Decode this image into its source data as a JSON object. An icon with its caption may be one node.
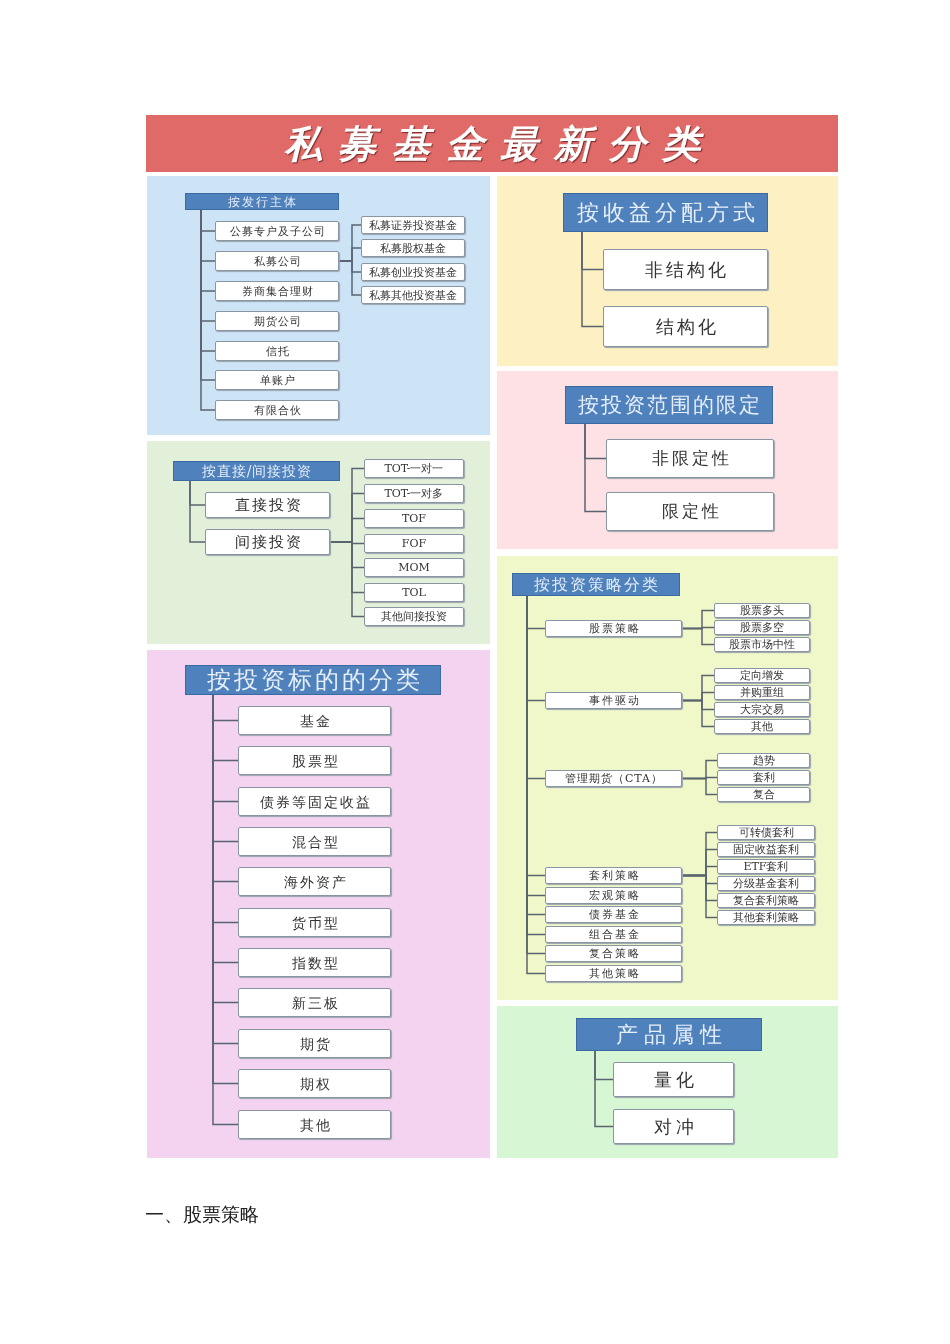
{
  "diagram": {
    "title": "私募基金最新分类",
    "nodes": [
      {
        "text": [
          "按发行主体"
        ]
      },
      {
        "text": [
          "公募专户及子公司"
        ]
      },
      {
        "text": [
          "私募公司"
        ]
      },
      {
        "text": [
          "私募证券投资基金"
        ]
      },
      {
        "text": [
          "私募股权基金"
        ]
      },
      {
        "text": [
          "私募创业投资基金"
        ]
      },
      {
        "text": [
          "私募其他投资基金"
        ]
      },
      {
        "text": [
          "券商集合理财"
        ]
      },
      {
        "text": [
          "期货公司"
        ]
      },
      {
        "text": [
          "信托"
        ]
      },
      {
        "text": [
          "单账户"
        ]
      },
      {
        "text": [
          "有限合伙"
        ]
      },
      {
        "text": [
          "按直接/间接投资"
        ]
      },
      {
        "text": [
          "直接投资"
        ]
      },
      {
        "text": [
          "间接投资"
        ]
      },
      {
        "text": [
          "TOT-一对一"
        ]
      },
      {
        "text": [
          "TOT-一对多"
        ]
      },
      {
        "text": [
          "TOF"
        ]
      },
      {
        "text": [
          "FOF"
        ]
      },
      {
        "text": [
          "MOM"
        ]
      },
      {
        "text": [
          "TOL"
        ]
      },
      {
        "text": [
          "其他间接投资"
        ]
      },
      {
        "text": [
          "按投资标的的分类"
        ]
      },
      {
        "text": [
          "基金"
        ]
      },
      {
        "text": [
          "股票型"
        ]
      },
      {
        "text": [
          "债券等固定收益"
        ]
      },
      {
        "text": [
          "混合型"
        ]
      },
      {
        "text": [
          "海外资产"
        ]
      },
      {
        "text": [
          "货币型"
        ]
      },
      {
        "text": [
          "指数型"
        ]
      },
      {
        "text": [
          "新三板"
        ]
      },
      {
        "text": [
          "期货"
        ]
      },
      {
        "text": [
          "期权"
        ]
      },
      {
        "text": [
          "其他"
        ]
      },
      {
        "text": [
          "按收益分配方式"
        ]
      },
      {
        "text": [
          "非结构化"
        ]
      },
      {
        "text": [
          "结构化"
        ]
      },
      {
        "text": [
          "按投资范围的限定"
        ]
      },
      {
        "text": [
          "非限定性"
        ]
      },
      {
        "text": [
          "限定性"
        ]
      },
      {
        "text": [
          "按投资策略分类"
        ]
      },
      {
        "text": [
          "股票策略"
        ]
      },
      {
        "text": [
          "股票多头"
        ]
      },
      {
        "text": [
          "股票多空"
        ]
      },
      {
        "text": [
          "股票市场中性"
        ]
      },
      {
        "text": [
          "事件驱动"
        ]
      },
      {
        "text": [
          "定向增发"
        ]
      },
      {
        "text": [
          "并购重组"
        ]
      },
      {
        "text": [
          "大宗交易"
        ]
      },
      {
        "text": [
          "其他"
        ]
      },
      {
        "text": [
          "管理期货（CTA）"
        ]
      },
      {
        "text": [
          "趋势"
        ]
      },
      {
        "text": [
          "套利"
        ]
      },
      {
        "text": [
          "复合"
        ]
      },
      {
        "text": [
          "套利策略"
        ]
      },
      {
        "text": [
          "可转债套利"
        ]
      },
      {
        "text": [
          "固定收益套利"
        ]
      },
      {
        "text": [
          "ETF套利"
        ]
      },
      {
        "text": [
          "分级基金套利"
        ]
      },
      {
        "text": [
          "复合套利策略"
        ]
      },
      {
        "text": [
          "其他套利策略"
        ]
      },
      {
        "text": [
          "宏观策略"
        ]
      },
      {
        "text": [
          "债券基金"
        ]
      },
      {
        "text": [
          "组合基金"
        ]
      },
      {
        "text": [
          "复合策略"
        ]
      },
      {
        "text": [
          "其他策略"
        ]
      },
      {
        "text": [
          "产品属性"
        ]
      },
      {
        "text": [
          "量化"
        ]
      },
      {
        "text": [
          "对冲"
        ]
      }
    ],
    "edges": [
      {
        "from": 0,
        "to": 1,
        "arrow": "none"
      },
      {
        "from": 0,
        "to": 2,
        "arrow": "none"
      },
      {
        "from": 2,
        "to": 3,
        "arrow": "none"
      },
      {
        "from": 2,
        "to": 4,
        "arrow": "none"
      },
      {
        "from": 2,
        "to": 5,
        "arrow": "none"
      },
      {
        "from": 2,
        "to": 6,
        "arrow": "none"
      },
      {
        "from": 0,
        "to": 7,
        "arrow": "none"
      },
      {
        "from": 0,
        "to": 8,
        "arrow": "none"
      },
      {
        "from": 0,
        "to": 9,
        "arrow": "none"
      },
      {
        "from": 0,
        "to": 10,
        "arrow": "none"
      },
      {
        "from": 0,
        "to": 11,
        "arrow": "none"
      },
      {
        "from": 12,
        "to": 13,
        "arrow": "none"
      },
      {
        "from": 12,
        "to": 14,
        "arrow": "none"
      },
      {
        "from": 14,
        "to": 15,
        "arrow": "none"
      },
      {
        "from": 14,
        "to": 16,
        "arrow": "none"
      },
      {
        "from": 14,
        "to": 17,
        "arrow": "none"
      },
      {
        "from": 14,
        "to": 18,
        "arrow": "none"
      },
      {
        "from": 14,
        "to": 19,
        "arrow": "none"
      },
      {
        "from": 14,
        "to": 20,
        "arrow": "none"
      },
      {
        "from": 14,
        "to": 21,
        "arrow": "none"
      },
      {
        "from": 22,
        "to": 23,
        "arrow": "none"
      },
      {
        "from": 22,
        "to": 24,
        "arrow": "none"
      },
      {
        "from": 22,
        "to": 25,
        "arrow": "none"
      },
      {
        "from": 22,
        "to": 26,
        "arrow": "none"
      },
      {
        "from": 22,
        "to": 27,
        "arrow": "none"
      },
      {
        "from": 22,
        "to": 28,
        "arrow": "none"
      },
      {
        "from": 22,
        "to": 29,
        "arrow": "none"
      },
      {
        "from": 22,
        "to": 30,
        "arrow": "none"
      },
      {
        "from": 22,
        "to": 31,
        "arrow": "none"
      },
      {
        "from": 22,
        "to": 32,
        "arrow": "none"
      },
      {
        "from": 22,
        "to": 33,
        "arrow": "none"
      },
      {
        "from": 34,
        "to": 35,
        "arrow": "none"
      },
      {
        "from": 34,
        "to": 36,
        "arrow": "none"
      },
      {
        "from": 37,
        "to": 38,
        "arrow": "none"
      },
      {
        "from": 37,
        "to": 39,
        "arrow": "none"
      },
      {
        "from": 40,
        "to": 41,
        "arrow": "none"
      },
      {
        "from": 41,
        "to": 42,
        "arrow": "none"
      },
      {
        "from": 41,
        "to": 43,
        "arrow": "none"
      },
      {
        "from": 41,
        "to": 44,
        "arrow": "none"
      },
      {
        "from": 40,
        "to": 45,
        "arrow": "none"
      },
      {
        "from": 45,
        "to": 46,
        "arrow": "none"
      },
      {
        "from": 45,
        "to": 47,
        "arrow": "none"
      },
      {
        "from": 45,
        "to": 48,
        "arrow": "none"
      },
      {
        "from": 45,
        "to": 49,
        "arrow": "none"
      },
      {
        "from": 40,
        "to": 50,
        "arrow": "none"
      },
      {
        "from": 50,
        "to": 51,
        "arrow": "none"
      },
      {
        "from": 50,
        "to": 52,
        "arrow": "none"
      },
      {
        "from": 50,
        "to": 53,
        "arrow": "none"
      },
      {
        "from": 40,
        "to": 54,
        "arrow": "none"
      },
      {
        "from": 54,
        "to": 55,
        "arrow": "none"
      },
      {
        "from": 54,
        "to": 56,
        "arrow": "none"
      },
      {
        "from": 54,
        "to": 57,
        "arrow": "none"
      },
      {
        "from": 54,
        "to": 58,
        "arrow": "none"
      },
      {
        "from": 54,
        "to": 59,
        "arrow": "none"
      },
      {
        "from": 54,
        "to": 60,
        "arrow": "none"
      },
      {
        "from": 40,
        "to": 61,
        "arrow": "none"
      },
      {
        "from": 40,
        "to": 62,
        "arrow": "none"
      },
      {
        "from": 40,
        "to": 63,
        "arrow": "none"
      },
      {
        "from": 40,
        "to": 64,
        "arrow": "none"
      },
      {
        "from": 40,
        "to": 65,
        "arrow": "none"
      },
      {
        "from": 66,
        "to": 67,
        "arrow": "none"
      },
      {
        "from": 66,
        "to": 68,
        "arrow": "none"
      }
    ],
    "labels": [
      "一、股票策略"
    ]
  }
}
